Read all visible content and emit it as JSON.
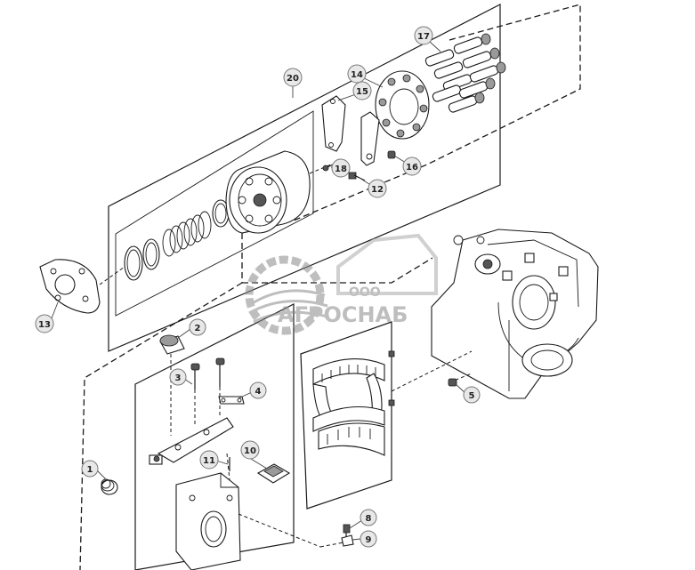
{
  "watermark": {
    "prefix": "ООО",
    "brand": "АГРОСНАБ",
    "color": "#8a8a8a"
  },
  "callouts": [
    {
      "id": "c1",
      "label": "1"
    },
    {
      "id": "c2",
      "label": "2"
    },
    {
      "id": "c3",
      "label": "3"
    },
    {
      "id": "c4",
      "label": "4"
    },
    {
      "id": "c5",
      "label": "5"
    },
    {
      "id": "c8",
      "label": "8"
    },
    {
      "id": "c9",
      "label": "9"
    },
    {
      "id": "c10",
      "label": "10"
    },
    {
      "id": "c11",
      "label": "11"
    },
    {
      "id": "c12",
      "label": "12"
    },
    {
      "id": "c13",
      "label": "13"
    },
    {
      "id": "c14",
      "label": "14"
    },
    {
      "id": "c15",
      "label": "15"
    },
    {
      "id": "c16",
      "label": "16"
    },
    {
      "id": "c17",
      "label": "17"
    },
    {
      "id": "c18",
      "label": "18"
    },
    {
      "id": "c20",
      "label": "20"
    }
  ]
}
